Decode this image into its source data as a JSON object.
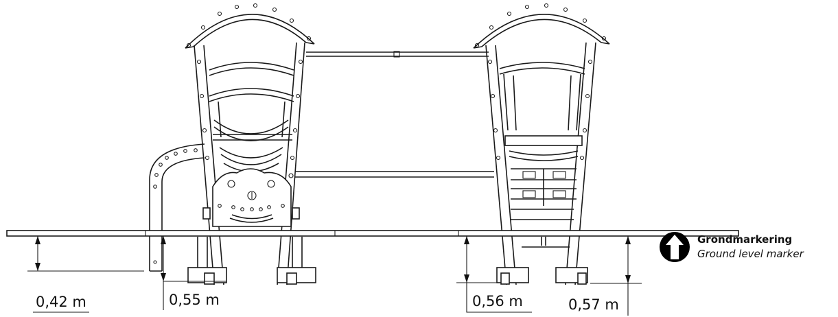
{
  "measurements": [
    {
      "label": "0,42 m"
    },
    {
      "label": "0,55 m"
    },
    {
      "label": "0,56 m"
    },
    {
      "label": "0,57 m"
    }
  ],
  "legend": {
    "title": "Grondmarkering",
    "subtitle": "Ground level marker",
    "icon": "ground-marker-arrow-icon"
  }
}
